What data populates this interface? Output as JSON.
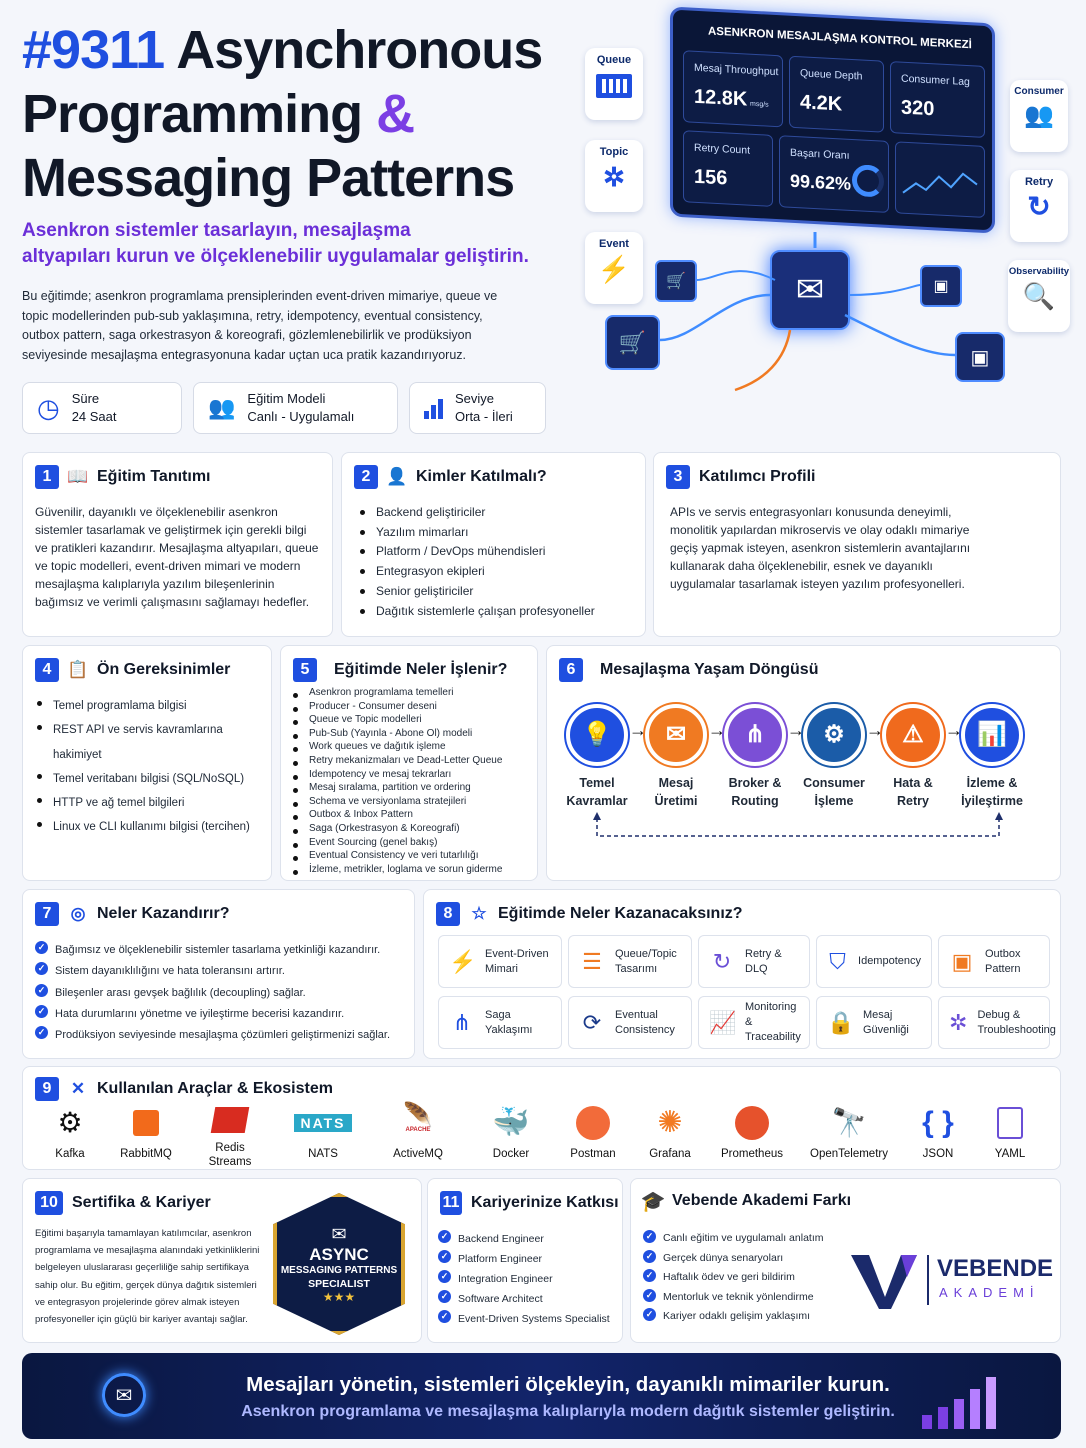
{
  "header": {
    "title_number": "#9311",
    "title_line1": "Asynchronous",
    "title_line2a": "Programming",
    "title_amp": "&",
    "title_line3": "Messaging Patterns",
    "subtitle_line1": "Asenkron sistemler tasarlayın, mesajlaşma",
    "subtitle_line2": "altyapıları kurun ve ölçeklenebilir uygulamalar geliştirin.",
    "intro": "Bu eğitimde; asenkron programlama prensiplerinden event-driven mimariye, queue ve topic modellerinden pub-sub yaklaşımına, retry, idempotency, eventual consistency, outbox pattern, saga orkestrasyon & koreografi, gözlemlenebilirlik ve prodüksiyon seviyesinde mesajlaşma entegrasyonuna kadar uçtan uca pratik kazandırıyoruz."
  },
  "info": [
    {
      "label": "Süre",
      "value": "24 Saat"
    },
    {
      "label": "Eğitim Modeli",
      "value": "Canlı - Uygulamalı"
    },
    {
      "label": "Seviye",
      "value": "Orta - İleri"
    }
  ],
  "dashboard": {
    "title": "ASENKRON MESAJLAŞMA KONTROL MERKEZİ",
    "m1_label": "Mesaj Throughput",
    "m1_value": "12.8K",
    "m1_unit": "msg/s",
    "m2_label": "Queue Depth",
    "m2_value": "4.2K",
    "m3_label": "Consumer Lag",
    "m3_value": "320",
    "m4_label": "Retry Count",
    "m4_value": "156",
    "m5_label": "Başarı Oranı",
    "m5_value": "99.62%"
  },
  "badges": {
    "queue": "Queue",
    "topic": "Topic",
    "event": "Event",
    "consumer": "Consumer",
    "retry": "Retry",
    "observability": "Observability"
  },
  "s1": {
    "num": "1",
    "title": "Eğitim Tanıtımı",
    "text": "Güvenilir, dayanıklı ve ölçeklenebilir asenkron sistemler tasarlamak ve geliştirmek için gerekli bilgi ve pratikleri kazandırır. Mesajlaşma altyapıları, queue ve topic modelleri, event-driven mimari ve modern mesajlaşma kalıplarıyla yazılım bileşenlerinin bağımsız ve verimli çalışmasını sağlamayı hedefler."
  },
  "s2": {
    "num": "2",
    "title": "Kimler Katılmalı?",
    "items": [
      "Backend geliştiriciler",
      "Yazılım mimarları",
      "Platform / DevOps mühendisleri",
      "Entegrasyon ekipleri",
      "Senior geliştiriciler",
      "Dağıtık sistemlerle çalışan profesyoneller"
    ]
  },
  "s3": {
    "num": "3",
    "title": "Katılımcı Profili",
    "text": "APIs ve servis entegrasyonları konusunda deneyimli, monolitik yapılardan mikroservis ve olay odaklı mimariye geçiş yapmak isteyen, asenkron sistemlerin avantajlarını kullanarak daha ölçeklenebilir, esnek ve dayanıklı uygulamalar tasarlamak isteyen yazılım profesyonelleri."
  },
  "s4": {
    "num": "4",
    "title": "Ön Gereksinimler",
    "items": [
      "Temel programlama bilgisi",
      "REST API ve servis kavramlarına hakimiyet",
      "Temel veritabanı bilgisi (SQL/NoSQL)",
      "HTTP ve ağ temel bilgileri",
      "Linux ve CLI kullanımı bilgisi (tercihen)"
    ]
  },
  "s5": {
    "num": "5",
    "title": "Eğitimde Neler İşlenir?",
    "items": [
      "Asenkron programlama temelleri",
      "Producer - Consumer deseni",
      "Queue ve Topic modelleri",
      "Pub-Sub (Yayınla - Abone Ol) modeli",
      "Work queues ve dağıtık işleme",
      "Retry mekanizmaları ve Dead-Letter Queue",
      "Idempotency ve mesaj tekrarları",
      "Mesaj sıralama, partition ve ordering",
      "Schema ve versiyonlama stratejileri",
      "Outbox & Inbox Pattern",
      "Saga (Orkestrasyon & Koreografi)",
      "Event Sourcing (genel bakış)",
      "Eventual Consistency ve veri tutarlılığı",
      "İzleme, metrikler, loglama ve sorun giderme"
    ]
  },
  "s6": {
    "num": "6",
    "title": "Mesajlaşma Yaşam Döngüsü",
    "steps": [
      {
        "l1": "Temel",
        "l2": "Kavramlar",
        "color": "#1f4fe0",
        "icon": "💡"
      },
      {
        "l1": "Mesaj",
        "l2": "Üretimi",
        "color": "#f07a22",
        "icon": "✉"
      },
      {
        "l1": "Broker &",
        "l2": "Routing",
        "color": "#7b4fd6",
        "icon": "⋔"
      },
      {
        "l1": "Consumer",
        "l2": "İşleme",
        "color": "#1b5ca8",
        "icon": "⚙"
      },
      {
        "l1": "Hata &",
        "l2": "Retry",
        "color": "#f06a1d",
        "icon": "⚠"
      },
      {
        "l1": "İzleme &",
        "l2": "İyileştirme",
        "color": "#1f4fe0",
        "icon": "📊"
      }
    ]
  },
  "s7": {
    "num": "7",
    "title": "Neler Kazandırır?",
    "items": [
      "Bağımsız ve ölçeklenebilir sistemler tasarlama yetkinliği kazandırır.",
      "Sistem dayanıklılığını ve hata toleransını artırır.",
      "Bileşenler arası gevşek bağlılık (decoupling) sağlar.",
      "Hata durumlarını yönetme ve iyileştirme becerisi kazandırır.",
      "Prodüksiyon seviyesinde mesajlaşma çözümleri geliştirmenizi sağlar."
    ]
  },
  "s8": {
    "num": "8",
    "title": "Eğitimde Neler Kazanacaksınız?",
    "items": [
      {
        "l1": "Event-Driven",
        "l2": "Mimari",
        "icon": "⚡",
        "color": "#1f4fe0"
      },
      {
        "l1": "Queue/Topic",
        "l2": "Tasarımı",
        "icon": "☰",
        "color": "#f07a22"
      },
      {
        "l1": "Retry &",
        "l2": "DLQ",
        "icon": "↻",
        "color": "#6a4fd6"
      },
      {
        "l1": "Idempotency",
        "l2": "",
        "icon": "⛉",
        "color": "#1f4fe0"
      },
      {
        "l1": "Outbox",
        "l2": "Pattern",
        "icon": "▣",
        "color": "#f07a22"
      },
      {
        "l1": "Saga",
        "l2": "Yaklaşımı",
        "icon": "⋔",
        "color": "#1f4fe0"
      },
      {
        "l1": "Eventual",
        "l2": "Consistency",
        "icon": "⟳",
        "color": "#1b3a8a"
      },
      {
        "l1": "Monitoring &",
        "l2": "Traceability",
        "icon": "📈",
        "color": "#f06a1d"
      },
      {
        "l1": "Mesaj",
        "l2": "Güvenliği",
        "icon": "🔒",
        "color": "#1b3a8a"
      },
      {
        "l1": "Debug &",
        "l2": "Troubleshooting",
        "icon": "✲",
        "color": "#6a4fd6"
      }
    ]
  },
  "s9": {
    "num": "9",
    "title": "Kullanılan Araçlar & Ekosistem",
    "tools": [
      "Kafka",
      "RabbitMQ",
      "Redis Streams",
      "NATS",
      "ActiveMQ",
      "Docker",
      "Postman",
      "Grafana",
      "Prometheus",
      "OpenTelemetry",
      "JSON",
      "YAML"
    ],
    "nats_logo": "NATS",
    "activemq_logo": "APACHE"
  },
  "s10": {
    "num": "10",
    "title": "Sertifika & Kariyer",
    "text": "Eğitimi başarıyla tamamlayan katılımcılar, asenkron programlama ve mesajlaşma alanındaki yetkinliklerini belgeleyen uluslararası geçerliliğe sahip sertifikaya sahip olur. Bu eğitim, gerçek dünya dağıtık sistemleri ve entegrasyon projelerinde görev almak isteyen profesyoneller için güçlü bir kariyer avantajı sağlar.",
    "badge_l1": "ASYNC",
    "badge_l2": "MESSAGING PATTERNS",
    "badge_l3": "SPECIALIST",
    "badge_stars": "★★★"
  },
  "s11": {
    "num": "11",
    "title": "Kariyerinize Katkısı",
    "items": [
      "Backend Engineer",
      "Platform Engineer",
      "Integration Engineer",
      "Software Architect",
      "Event-Driven Systems Specialist"
    ]
  },
  "s12": {
    "title": "Vebende Akademi Farkı",
    "items": [
      "Canlı eğitim ve uygulamalı anlatım",
      "Gerçek dünya senaryoları",
      "Haftalık ödev ve geri bildirim",
      "Mentorluk ve teknik yönlendirme",
      "Kariyer odaklı gelişim yaklaşımı"
    ],
    "logo_l1": "VEBENDE",
    "logo_l2": "AKADEMİ"
  },
  "footer": {
    "line1": "Mesajları yönetin, sistemleri ölçekleyin, dayanıklı mimariler kurun.",
    "line2": "Asenkron programlama ve mesajlaşma kalıplarıyla modern dağıtık sistemler geliştirin."
  },
  "colors": {
    "primary": "#1f4fe0",
    "accent": "#7b3fe4",
    "navy": "#0d1c45",
    "orange": "#f07a22"
  }
}
